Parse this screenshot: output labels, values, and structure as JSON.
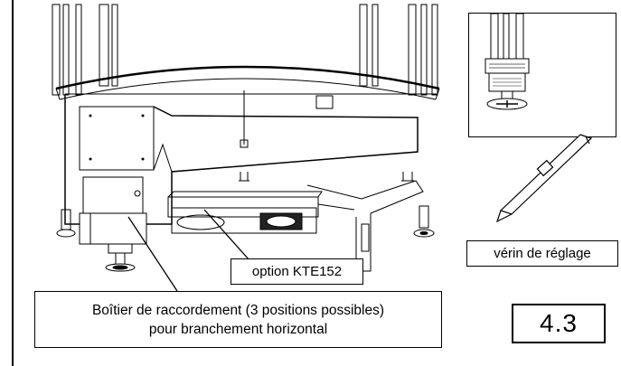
{
  "labels": {
    "option": "option KTE152",
    "verin": "vérin de réglage",
    "boitier_line1": "Boîtier de raccordement (3 positions possibles)",
    "boitier_line2": "pour branchement horizontal",
    "reference": "4.3"
  },
  "colors": {
    "line": "#000000",
    "background": "#ffffff",
    "shade": "#d9d9d9"
  }
}
